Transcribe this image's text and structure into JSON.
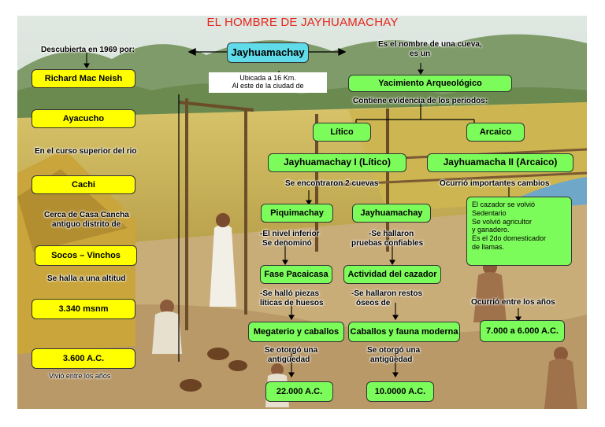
{
  "title": "EL HOMBRE DE JAYHUAMACHAY",
  "center": "Jayhuamachay",
  "white_box": {
    "line1": "Ubicada a 16 Km.",
    "line2": "Al este de la ciudad de"
  },
  "left": {
    "discovered_label": "Descubierta en 1969 por:",
    "discoverer": "Richard Mac Neish",
    "city": "Ayacucho",
    "river_label": "En el curso superior del rio",
    "river": "Cachi",
    "near_label_1": "Cerca de Casa Cancha",
    "near_label_2": "antiguo distrito de",
    "district": "Socos – Vinchos",
    "altitude_label": "Se halla a una altitud",
    "altitude": "3.340 msnm",
    "date": "3.600 A.C.",
    "lived_label": "Vivió entre los años"
  },
  "right": {
    "name_label_1": "Es el nombre de una cueva,",
    "name_label_2": "es un",
    "site": "Yacimiento Arqueológico",
    "evidence_label": "Contiene evidencia de los periodos:",
    "litico": "Lítico",
    "arcaico": "Arcaico",
    "phase1": "Jayhuamachay I (Lítico)",
    "phase2": "Jayhuamacha II (Arcaico)",
    "caves_label": "Se encontraron 2 cuevas",
    "changes_label": "Ocurrió importantes cambios",
    "cave1": "Piquimachay",
    "cave2": "Jayhuamachay",
    "changes": [
      "El cazador se volvió",
      "Sedentario",
      "Se volvió  agricultor",
      "y ganadero.",
      "Es el 2do domesticador",
      "de llamas."
    ],
    "lower_level_1": "-El nivel inferior",
    "lower_level_2": "Se denominó",
    "found_label_1": "-Se hallaron",
    "found_label_2": "pruebas confiables",
    "fase": "Fase Pacaicasa",
    "actividad": "Actividad del cazador",
    "pieces_1": "-Se halló piezas",
    "pieces_2": "líticas de huesos",
    "remains_1": "-Se hallaron restos",
    "remains_2": "óseos de",
    "occurred_label": "Ocurrió entre los años",
    "megaterio": "Megaterio y caballos",
    "caballos": "Caballos y fauna  moderna",
    "years": "7.000 a 6.000 A.C.",
    "antig1_1": "Se otorgó una",
    "antig1_2": "antigüedad",
    "antig2_1": "Se otorgó una",
    "antig2_2": "antigüedad",
    "date1": "22.000 A.C.",
    "date2": "10.0000 A.C."
  }
}
